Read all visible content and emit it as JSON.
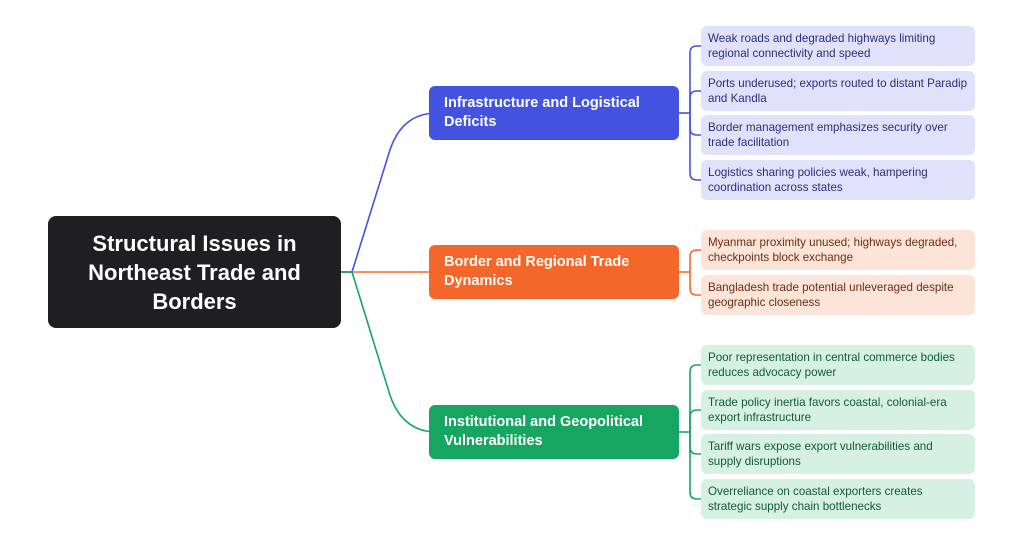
{
  "root": {
    "title": "Structural Issues in Northeast Trade and Borders",
    "color": "#1f1f21"
  },
  "branches": [
    {
      "title": "Infrastructure and Logistical Deficits",
      "color": "#4452e0",
      "leaf_bg": "#e0e2fb",
      "leaf_text": "#2a2f7a",
      "items": [
        "Weak roads and degraded highways limiting regional connectivity and speed",
        "Ports underused; exports routed to distant Paradip and Kandla",
        "Border management emphasizes security over trade facilitation",
        "Logistics sharing policies weak, hampering coordination across states"
      ]
    },
    {
      "title": "Border and Regional Trade Dynamics",
      "color": "#f4672a",
      "leaf_bg": "#fce4d8",
      "leaf_text": "#6b2e14",
      "items": [
        "Myanmar proximity unused; highways degraded, checkpoints block exchange",
        "Bangladesh trade potential unleveraged despite geographic closeness"
      ]
    },
    {
      "title": "Institutional and Geopolitical Vulnerabilities",
      "color": "#16a662",
      "leaf_bg": "#d6f0e2",
      "leaf_text": "#0f5c36",
      "items": [
        "Poor representation in central commerce bodies reduces advocacy power",
        "Trade policy inertia favors coastal, colonial-era export infrastructure",
        "Tariff wars expose export vulnerabilities and supply disruptions",
        "Overreliance on coastal exporters creates strategic supply chain bottlenecks"
      ]
    }
  ]
}
